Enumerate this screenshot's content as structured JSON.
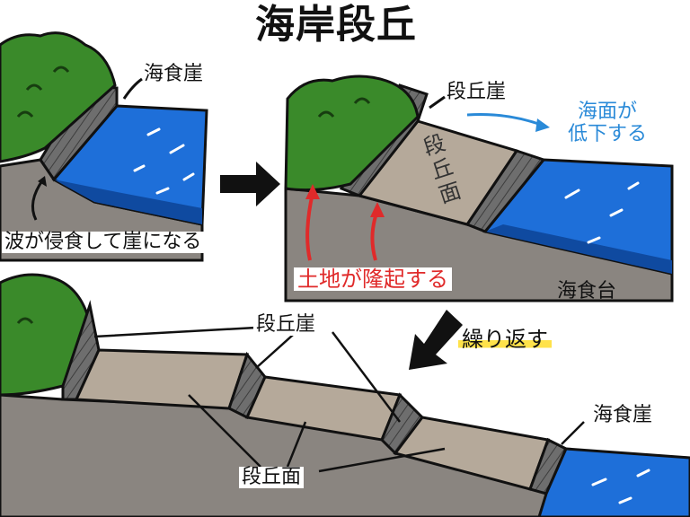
{
  "title": "海岸段丘",
  "panel1": {
    "sea_cliff_label": "海食崖",
    "wave_erosion_label": "波が侵食して崖になる"
  },
  "panel2": {
    "terrace_cliff_label": "段丘崖",
    "terrace_surface_label": "段丘面",
    "sea_level_drop_line1": "海面が",
    "sea_level_drop_line2": "低下する",
    "land_uplift_label": "土地が隆起する",
    "wave_cut_platform_label": "海食台"
  },
  "panel3": {
    "terrace_cliff_label": "段丘崖",
    "terrace_surface_label": "段丘面",
    "sea_cliff_label": "海食崖"
  },
  "repeat_label": "繰り返す",
  "colors": {
    "ground": "#8a8580",
    "terrace": "#b5a99a",
    "cliff": "#6e6e6e",
    "forest": "#3a8a2a",
    "sea": "#1e6fd9",
    "sea_dark": "#0f4aa0",
    "label_blue": "#2a8ad8",
    "label_red": "#e02a2a",
    "highlight": "#ffe24a"
  }
}
